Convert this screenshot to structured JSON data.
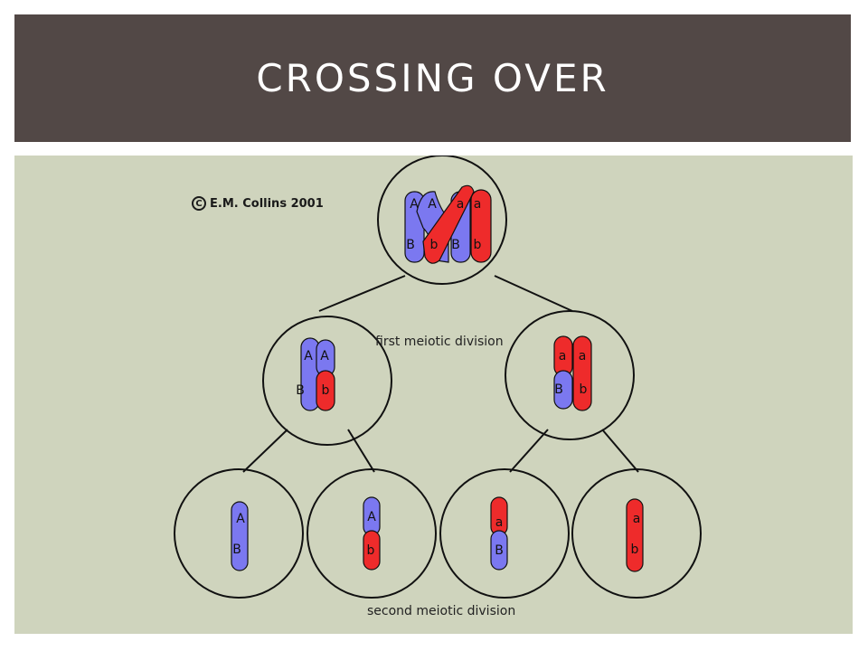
{
  "slide": {
    "title": "CROSSING OVER"
  },
  "figure": {
    "copyright": "E.M. Collins 2001",
    "first_division_label": "first meiotic division",
    "second_division_label": "second meiotic division",
    "allele_labels": {
      "A": "A",
      "a": "a",
      "B": "B",
      "b": "b"
    }
  },
  "colors": {
    "header_bg": "#524846",
    "figure_bg": "#cfd4bd",
    "chromosome_blue": "#7b78f0",
    "chromosome_red": "#ee2b2b"
  }
}
